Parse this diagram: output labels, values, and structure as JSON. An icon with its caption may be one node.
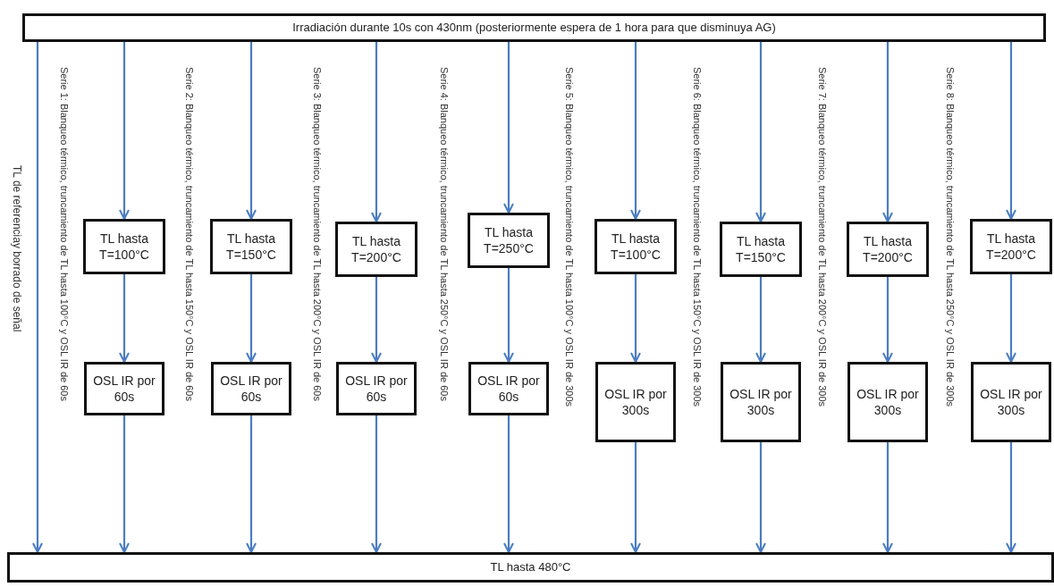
{
  "diagram": {
    "nodes": [
      {
        "text": [
          "Irradiación durante 10s con 430nm (posteriormente espera de 1 hora para que disminuya AG)"
        ]
      },
      {
        "text": [
          "TL hasta 480°C"
        ]
      },
      {
        "text": [
          "TL hasta T=100°C"
        ]
      },
      {
        "text": [
          "OSL IR por 60s"
        ]
      },
      {
        "text": [
          "TL hasta T=150°C"
        ]
      },
      {
        "text": [
          "OSL IR por 60s"
        ]
      },
      {
        "text": [
          "TL hasta T=200°C"
        ]
      },
      {
        "text": [
          "OSL IR por 60s"
        ]
      },
      {
        "text": [
          "TL hasta T=250°C"
        ]
      },
      {
        "text": [
          "OSL IR por 60s"
        ]
      },
      {
        "text": [
          "TL hasta T=100°C"
        ]
      },
      {
        "text": [
          "OSL IR por 300s"
        ]
      },
      {
        "text": [
          "TL hasta T=150°C"
        ]
      },
      {
        "text": [
          "OSL IR por 300s"
        ]
      },
      {
        "text": [
          "TL hasta T=200°C"
        ]
      },
      {
        "text": [
          "OSL IR por 300s"
        ]
      },
      {
        "text": [
          "TL hasta T=200°C"
        ]
      },
      {
        "text": [
          "OSL IR por 300s"
        ]
      }
    ],
    "edges": [
      {
        "from": 0,
        "to": 1,
        "arrow": "to",
        "label": "TL de referenciay borrado de señal"
      },
      {
        "from": 0,
        "to": 2,
        "arrow": "to"
      },
      {
        "from": 2,
        "to": 3,
        "arrow": "to"
      },
      {
        "from": 3,
        "to": 1,
        "arrow": "to"
      },
      {
        "from": 0,
        "to": 4,
        "arrow": "to"
      },
      {
        "from": 4,
        "to": 5,
        "arrow": "to"
      },
      {
        "from": 5,
        "to": 1,
        "arrow": "to"
      },
      {
        "from": 0,
        "to": 6,
        "arrow": "to"
      },
      {
        "from": 6,
        "to": 7,
        "arrow": "to"
      },
      {
        "from": 7,
        "to": 1,
        "arrow": "to"
      },
      {
        "from": 0,
        "to": 8,
        "arrow": "to"
      },
      {
        "from": 8,
        "to": 9,
        "arrow": "to"
      },
      {
        "from": 9,
        "to": 1,
        "arrow": "to"
      },
      {
        "from": 0,
        "to": 10,
        "arrow": "to"
      },
      {
        "from": 10,
        "to": 11,
        "arrow": "to"
      },
      {
        "from": 11,
        "to": 1,
        "arrow": "to"
      },
      {
        "from": 0,
        "to": 12,
        "arrow": "to"
      },
      {
        "from": 12,
        "to": 13,
        "arrow": "to"
      },
      {
        "from": 13,
        "to": 1,
        "arrow": "to"
      },
      {
        "from": 0,
        "to": 14,
        "arrow": "to"
      },
      {
        "from": 14,
        "to": 15,
        "arrow": "to"
      },
      {
        "from": 15,
        "to": 1,
        "arrow": "to"
      },
      {
        "from": 0,
        "to": 16,
        "arrow": "to"
      },
      {
        "from": 16,
        "to": 17,
        "arrow": "to"
      },
      {
        "from": 17,
        "to": 1,
        "arrow": "to"
      }
    ],
    "labels": [
      "Serie 1: Blanqueo térmico, truncamiento de TL hasta 100°C y OSL IR de 60s",
      "Serie 2: Blanqueo térmico, truncamiento de TL hasta 150°C y OSL IR de 60s",
      "Serie 3: Blanqueo térmico, truncamiento de TL hasta 200°C y OSL IR de 60s",
      "Serie 4: Blanqueo térmico, truncamiento de TL hasta 250°C y OSL IR de 60s",
      "Serie 5: Blanqueo térmico, truncamiento de TL hasta 100°C y OSL IR de 300s",
      "Serie 6: Blanqueo térmico, truncamiento de TL hasta 150°C y OSL IR de 300s",
      "Serie 7: Blanqueo térmico, truncamiento de TL hasta 200°C y OSL IR de 300s",
      "Serie 8: Blanqueo térmico, truncamiento de TL hasta 250°C y OSL IR de 300s"
    ]
  }
}
